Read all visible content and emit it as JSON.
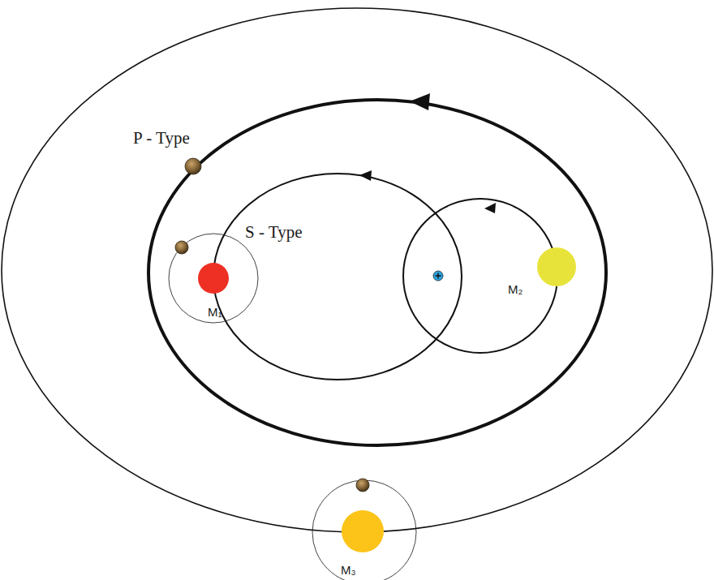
{
  "diagram": {
    "labels": [
      "P - Type",
      "S - Type",
      "M₁",
      "M₂",
      "M₃"
    ]
  }
}
